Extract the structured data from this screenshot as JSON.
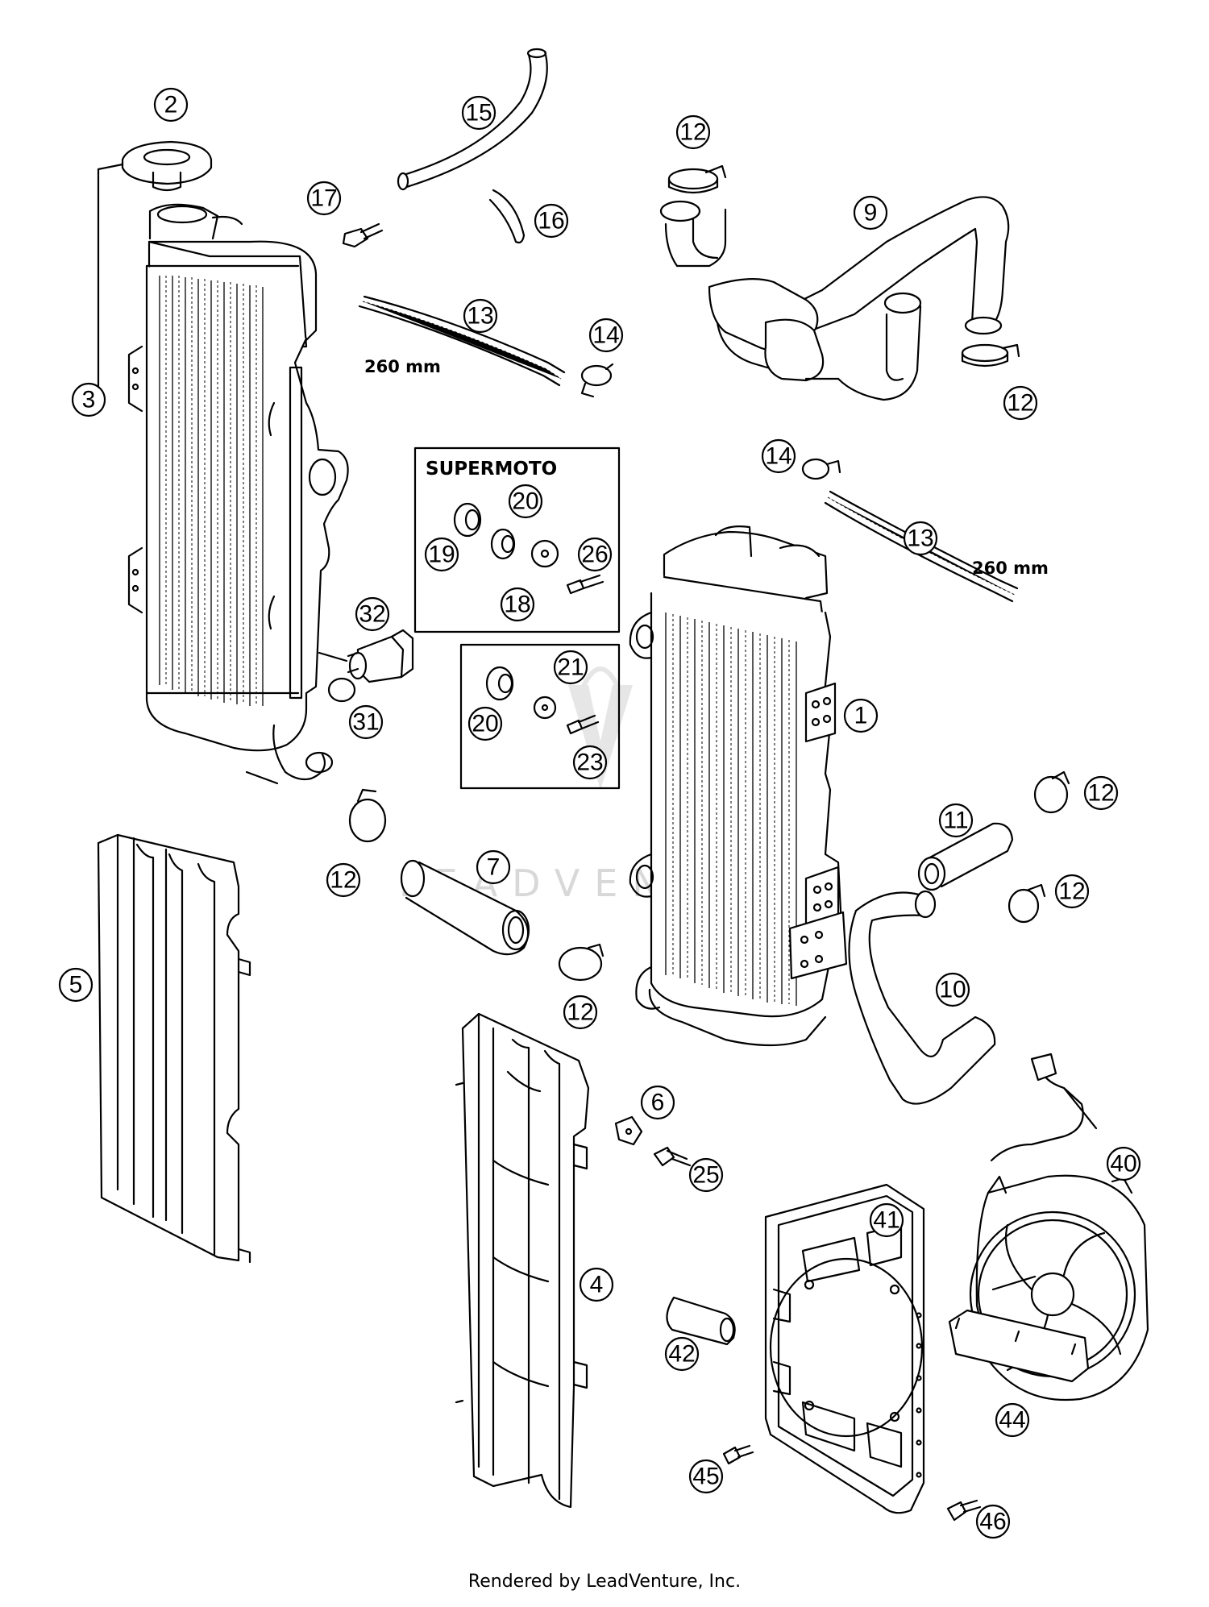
{
  "callouts": [
    {
      "id": "1",
      "label": "1"
    },
    {
      "id": "2",
      "label": "2"
    },
    {
      "id": "3",
      "label": "3"
    },
    {
      "id": "4",
      "label": "4"
    },
    {
      "id": "5",
      "label": "5"
    },
    {
      "id": "6",
      "label": "6"
    },
    {
      "id": "7",
      "label": "7"
    },
    {
      "id": "9",
      "label": "9"
    },
    {
      "id": "10",
      "label": "10"
    },
    {
      "id": "11",
      "label": "11"
    },
    {
      "id": "12a",
      "label": "12"
    },
    {
      "id": "12b",
      "label": "12"
    },
    {
      "id": "12c",
      "label": "12"
    },
    {
      "id": "12d",
      "label": "12"
    },
    {
      "id": "12e",
      "label": "12"
    },
    {
      "id": "12f",
      "label": "12"
    },
    {
      "id": "13a",
      "label": "13"
    },
    {
      "id": "13b",
      "label": "13"
    },
    {
      "id": "14a",
      "label": "14"
    },
    {
      "id": "14b",
      "label": "14"
    },
    {
      "id": "15",
      "label": "15"
    },
    {
      "id": "16",
      "label": "16"
    },
    {
      "id": "17",
      "label": "17"
    },
    {
      "id": "18",
      "label": "18"
    },
    {
      "id": "19",
      "label": "19"
    },
    {
      "id": "20a",
      "label": "20"
    },
    {
      "id": "20b",
      "label": "20"
    },
    {
      "id": "21",
      "label": "21"
    },
    {
      "id": "23",
      "label": "23"
    },
    {
      "id": "25",
      "label": "25"
    },
    {
      "id": "26",
      "label": "26"
    },
    {
      "id": "31",
      "label": "31"
    },
    {
      "id": "32",
      "label": "32"
    },
    {
      "id": "40",
      "label": "40"
    },
    {
      "id": "41",
      "label": "41"
    },
    {
      "id": "42",
      "label": "42"
    },
    {
      "id": "44",
      "label": "44"
    },
    {
      "id": "45",
      "label": "45"
    },
    {
      "id": "46",
      "label": "46"
    }
  ],
  "dimensions": {
    "hose_left": "260 mm",
    "hose_right": "260 mm"
  },
  "supermoto_box": {
    "title": "SUPERMOTO"
  },
  "watermark": {
    "text": "LEADVENTURE"
  },
  "footer": {
    "text": "Rendered by LeadVenture, Inc."
  }
}
